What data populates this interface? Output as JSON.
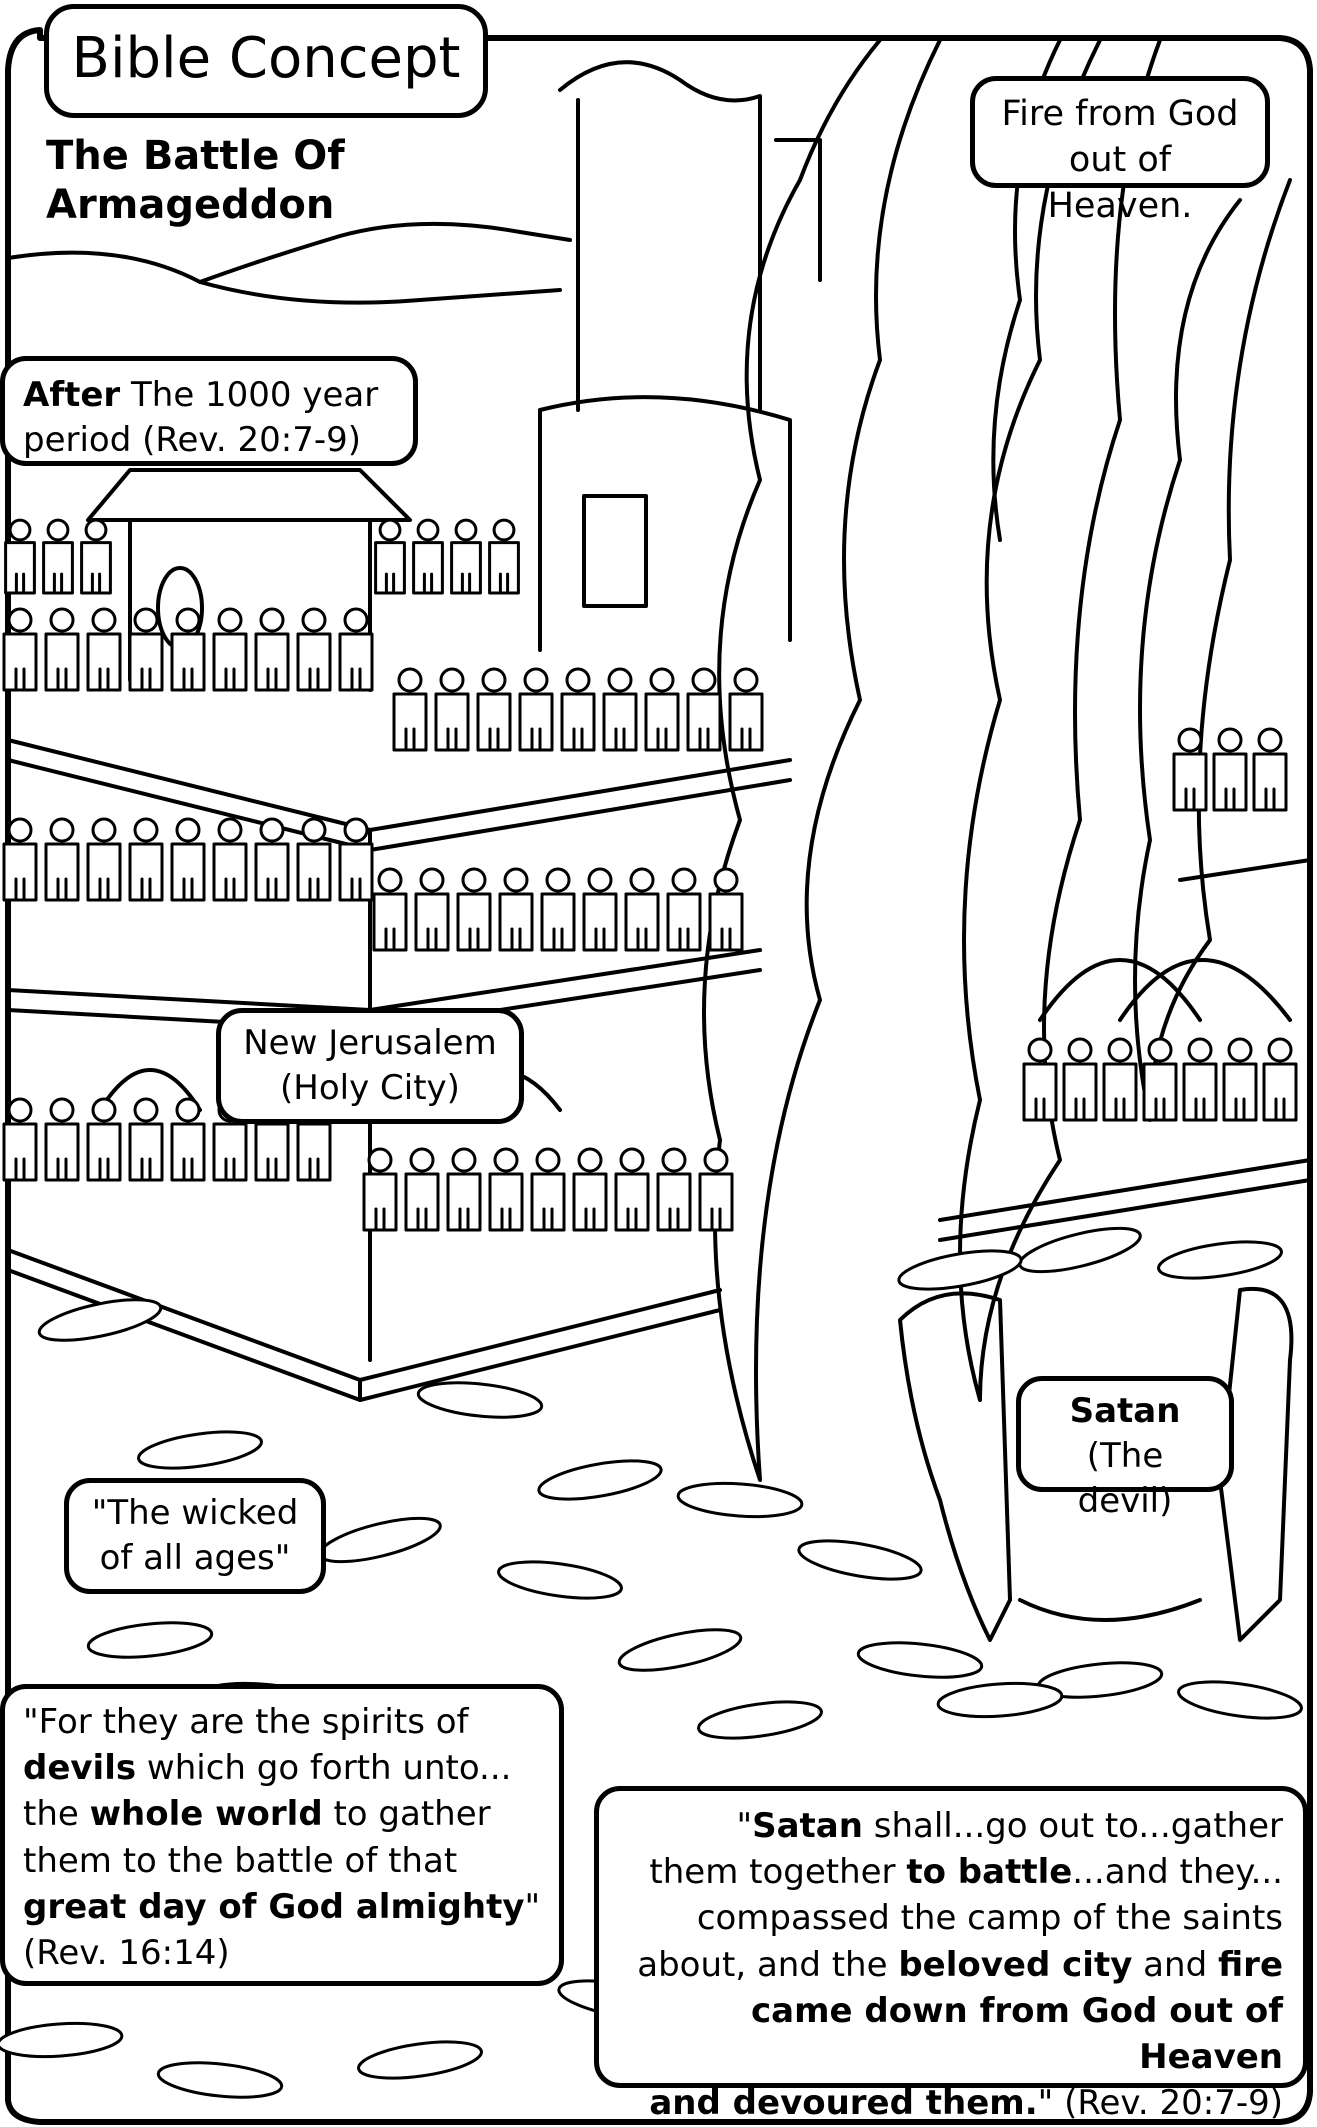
{
  "title": "Bible Concept",
  "subtitle_line1": "The Battle Of",
  "subtitle_line2": "Armageddon",
  "after_label": {
    "bold": "After",
    "line1_rest": " The 1000 year",
    "line2": "period (Rev. 20:7-9)"
  },
  "fire_label": {
    "line1": "Fire from God",
    "line2": "out of Heaven."
  },
  "jerusalem_label": {
    "line1": "New Jerusalem",
    "line2": "(Holy City)"
  },
  "satan_label": {
    "line1": "Satan",
    "line2": "(The devil)"
  },
  "wicked_label": {
    "line1": "\"The wicked",
    "line2": "of all ages\""
  },
  "quote_left": {
    "l1": "\"For they are the spirits of",
    "l2_bold": "devils",
    "l2_rest": " which go forth unto...",
    "l3_pre": "the ",
    "l3_bold": "whole world",
    "l3_rest": " to gather",
    "l4": "them to the battle of that",
    "l5_bold": "great day of God almighty",
    "l5_rest": "\"",
    "l6": "(Rev. 16:14)"
  },
  "quote_right": {
    "l1_pre": "\"",
    "l1_bold": "Satan",
    "l1_rest": " shall...go out to...gather",
    "l2_pre": "them together ",
    "l2_bold": "to battle",
    "l2_rest": "...and they...",
    "l3": "compassed the camp of the saints",
    "l4_pre": "about, and the ",
    "l4_bold1": "beloved city",
    "l4_mid": " and ",
    "l4_bold2": "fire",
    "l5_bold": "came down from God out of Heaven",
    "l6_bold": "and devoured them.",
    "l6_rest": "\" (Rev. 20:7-9)"
  },
  "colors": {
    "ink": "#000000",
    "paper": "#ffffff"
  }
}
